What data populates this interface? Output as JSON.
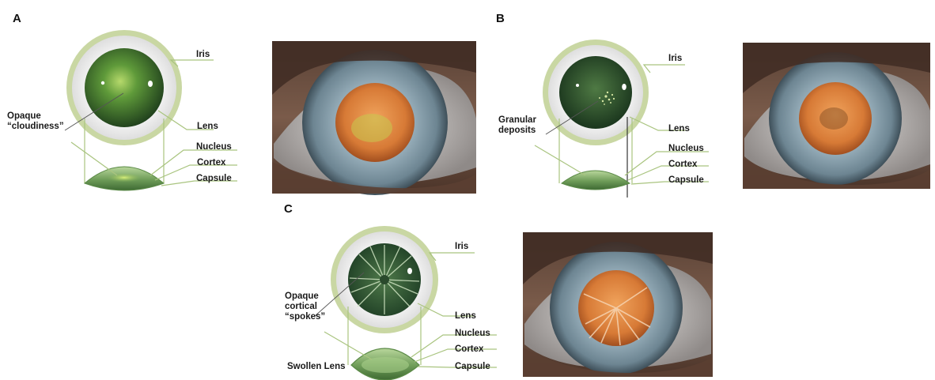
{
  "panels": [
    {
      "letter": "A",
      "labels": {
        "iris": "Iris",
        "lens": "Lens",
        "nucleus": "Nucleus",
        "cortex": "Cortex",
        "capsule": "Capsule",
        "finding_line1": "Opaque",
        "finding_line2": "“cloudiness”"
      }
    },
    {
      "letter": "B",
      "labels": {
        "iris": "Iris",
        "lens": "Lens",
        "nucleus": "Nucleus",
        "cortex": "Cortex",
        "capsule": "Capsule",
        "finding_line1": "Granular",
        "finding_line2": "deposits"
      }
    },
    {
      "letter": "C",
      "labels": {
        "iris": "Iris",
        "lens": "Lens",
        "nucleus": "Nucleus",
        "cortex": "Cortex",
        "capsule": "Capsule",
        "finding_line1": "Opaque",
        "finding_line2": "cortical",
        "finding_line3": "“spokes”",
        "swollen": "Swollen Lens"
      }
    }
  ],
  "colors": {
    "iris_ring": "#c9d7a3",
    "lens_green": "#2f5d2a",
    "capsule_green": "#8fb77a",
    "pupil_orange": "#d9783a",
    "iris_blue": "#7f95a3"
  }
}
